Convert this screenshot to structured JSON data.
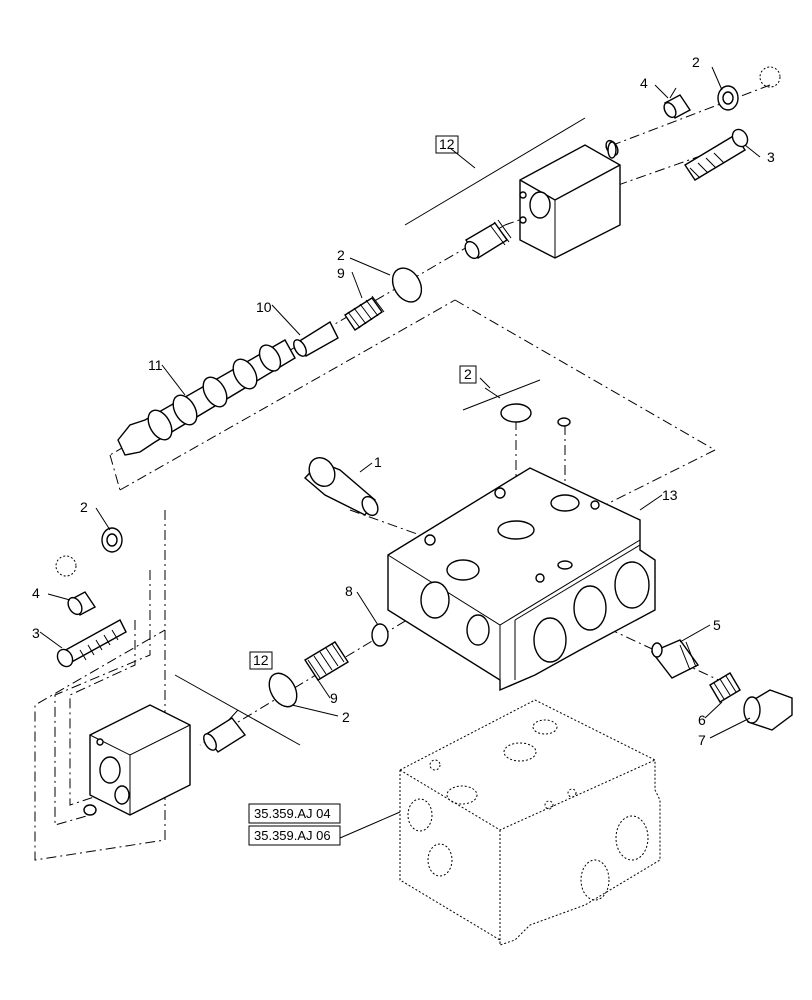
{
  "callouts": {
    "c1": "1",
    "c2a": "2",
    "c2b": "2",
    "c2c": "2",
    "c2d": "2",
    "c2e": "2",
    "c3a": "3",
    "c3b": "3",
    "c4a": "4",
    "c4b": "4",
    "c5": "5",
    "c6": "6",
    "c7": "7",
    "c8": "8",
    "c9a": "9",
    "c9b": "9",
    "c10": "10",
    "c11": "11",
    "c12a": "12",
    "c12b": "12",
    "c13": "13"
  },
  "references": {
    "ref1": "35.359.AJ 04",
    "ref2": "35.359.AJ 06"
  }
}
